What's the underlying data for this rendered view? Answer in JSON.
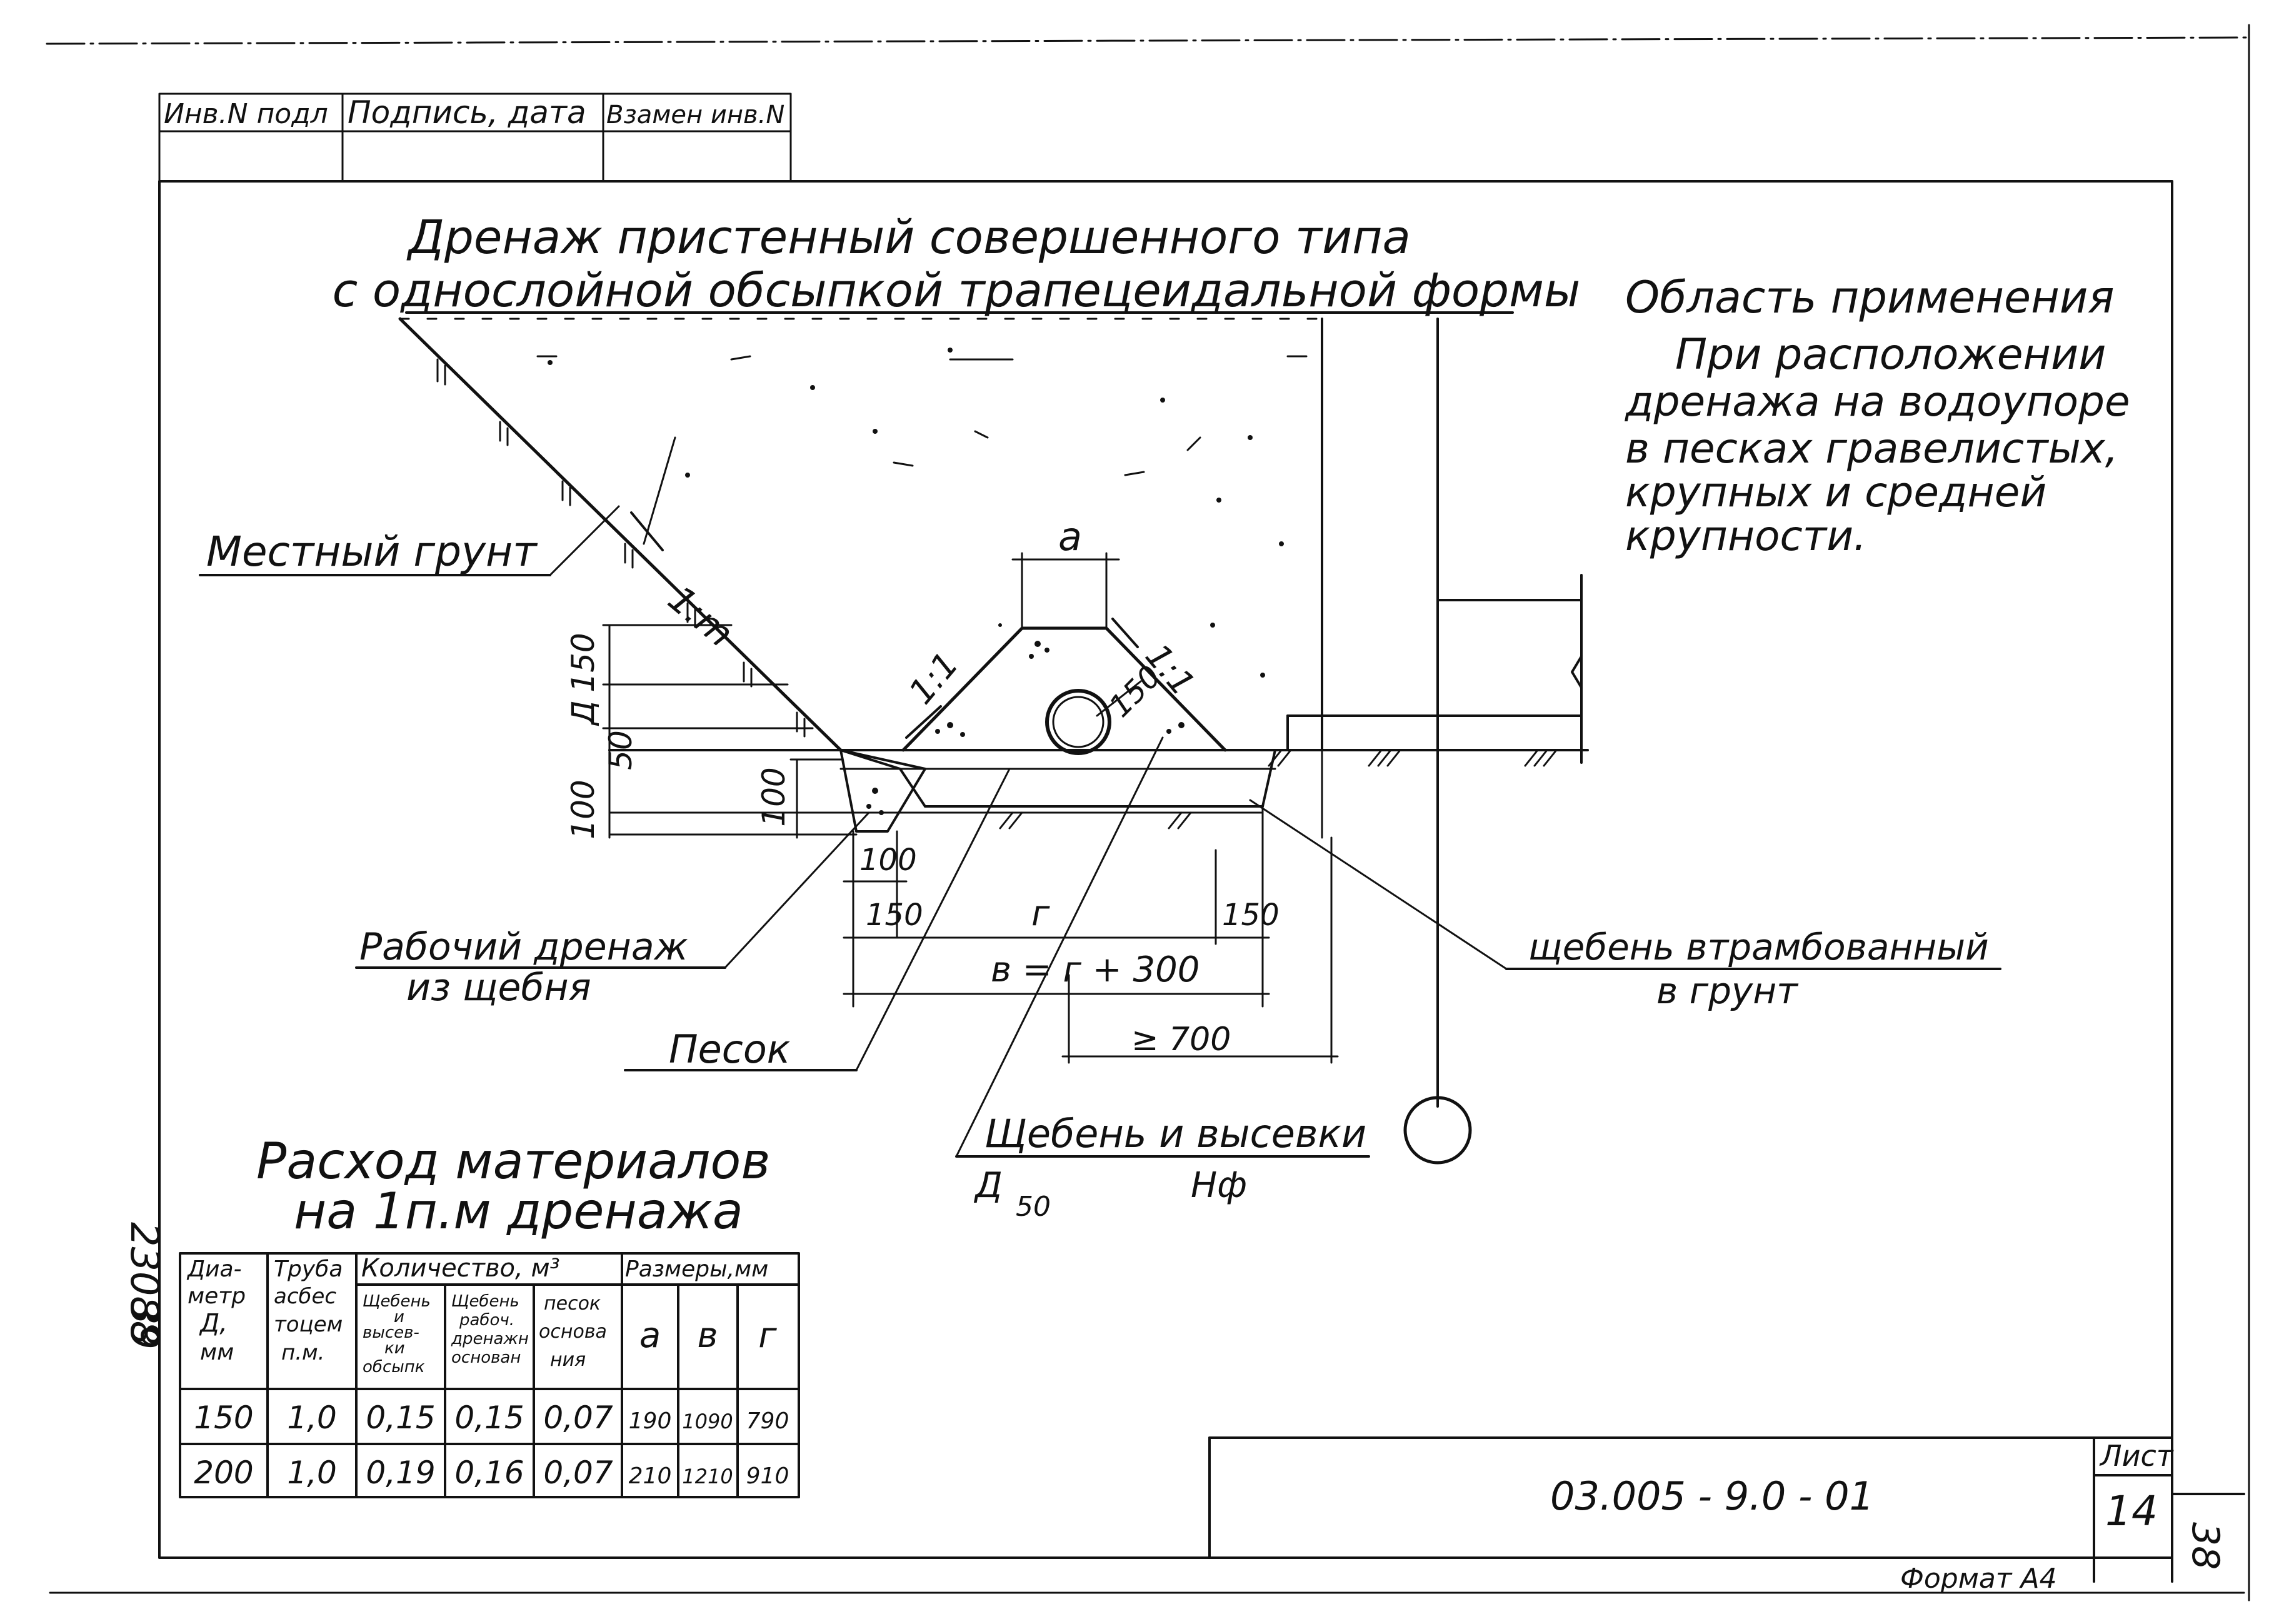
{
  "stamp": {
    "inv_podl": "Инв.N подл",
    "podpis_data": "Подпись, дата",
    "vzamen": "Взамен инв.N"
  },
  "title": {
    "line1": "Дренаж пристенный совершенного типа",
    "line2": "с однослойной обсыпкой трапецеидальной формы"
  },
  "scope": {
    "heading": "Область применения",
    "lines": [
      "При расположении",
      "дренажа на водоупоре",
      "в песках гравелистых,",
      "крупных и средней",
      "крупности."
    ]
  },
  "labels": {
    "local_soil": "Местный грунт",
    "slope_m": "1:m",
    "slope_left": "1:1",
    "slope_right": "1:1",
    "dim_a": "a",
    "dim_150_pipe": "150",
    "dim_150_left": "150",
    "dim_D": "Д",
    "dim_50": "50",
    "dim_100_left": "100",
    "dim_100_mid": "100",
    "dim_100_bottom": "100",
    "dim_150_bl": "150",
    "dim_g": "г",
    "dim_150_br": "150",
    "dim_v": "в = г + 300",
    "dim_700": "≥ 700",
    "working_drain_1": "Рабочий дренаж",
    "working_drain_2": "из щебня",
    "sand": "Песок",
    "crushed_stone_1": "щебень втрамбованный",
    "crushed_stone_2": "в грунт",
    "fill_label": "Щебень и высевки",
    "d50": "Д",
    "d50_sub": "50",
    "hf": "Нф"
  },
  "materials": {
    "title1": "Расход материалов",
    "title2": "на 1п.м дренажа",
    "headers": {
      "diameter": [
        "Диа-",
        "метр",
        "Д,",
        "мм"
      ],
      "pipe": [
        "Труба",
        "асбес",
        "тоцем",
        "п.м."
      ],
      "quantity": "Количество, м³",
      "q_sub": [
        [
          "Щебень",
          "и",
          "высев-",
          "ки",
          "обсыпк"
        ],
        [
          "Щебень",
          "рабоч.",
          "дренажн",
          "основан"
        ],
        [
          "песок",
          "основа",
          "ния"
        ]
      ],
      "sizes": "Размеры,мм",
      "s_sub": [
        "а",
        "в",
        "г"
      ]
    },
    "rows": [
      [
        "150",
        "1,0",
        "0,15",
        "0,15",
        "0,07",
        "190",
        "1090",
        "790"
      ],
      [
        "200",
        "1,0",
        "0,19",
        "0,16",
        "0,07",
        "210",
        "1210",
        "910"
      ]
    ]
  },
  "side_numbers": {
    "num1": "23088",
    "num2": "39"
  },
  "title_block": {
    "code": "03.005 - 9.0 - 01",
    "sheet_label": "Лист",
    "sheet": "14",
    "page": "38",
    "format": "Формат А4"
  }
}
